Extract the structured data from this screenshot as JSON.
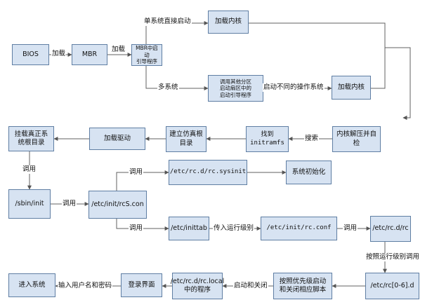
{
  "nodes": {
    "bios": "BIOS",
    "mbr": "MBR",
    "mbr_bootloader": "MBR中启动\n引导程序",
    "load_kernel_top": "加载内核",
    "other_partition": "调用其他分区\n启动扇区中的\n启动引导程序",
    "load_kernel_mid": "加载内核",
    "kernel_decompress": "内核解压并自\n检",
    "find_initramfs": "找到\ninitramfs",
    "build_fake_root": "建立仿真根\n目录",
    "load_drivers": "加载驱动",
    "mount_real_root": "挂载真正系\n统根目录",
    "sbin_init": "/sbin/init",
    "rcS": "/etc/init/rcS.con",
    "rc_sysinit": "/etc/rc.d/rc.sysinit",
    "system_init": "系统初始化",
    "inittab": "/etc/inittab",
    "rc_conf": "/etc/init/rc.conf",
    "rc_d_rc": "/etc/rc.d/rc",
    "rc_0_6": "/etc/rc[0-6].d",
    "priority_scripts": "按照优先级启动\n和关闭相应脚本",
    "rc_local": "/etc/rc.d/rc.local\n中的程序",
    "login_ui": "登录界面",
    "enter_system": "进入系统"
  },
  "edges": {
    "load": "加载",
    "load2": "加载",
    "single_system": "单系统直接启动",
    "multi_system": "多系统",
    "start_other_os": "启动不同的操作系统",
    "search": "搜索",
    "call_1": "调用",
    "call_2": "调用",
    "call_3": "调用",
    "call_4": "调用",
    "call_5": "调用",
    "pass_runlevel": "传入运行级别",
    "call_by_runlevel": "按照运行级别调用",
    "start_stop": "启动和关闭",
    "input_credentials": "输入用户名和密码"
  },
  "colors": {
    "box_fill": "#d7e3f2",
    "box_border": "#5f7ea3",
    "line": "#606060"
  }
}
